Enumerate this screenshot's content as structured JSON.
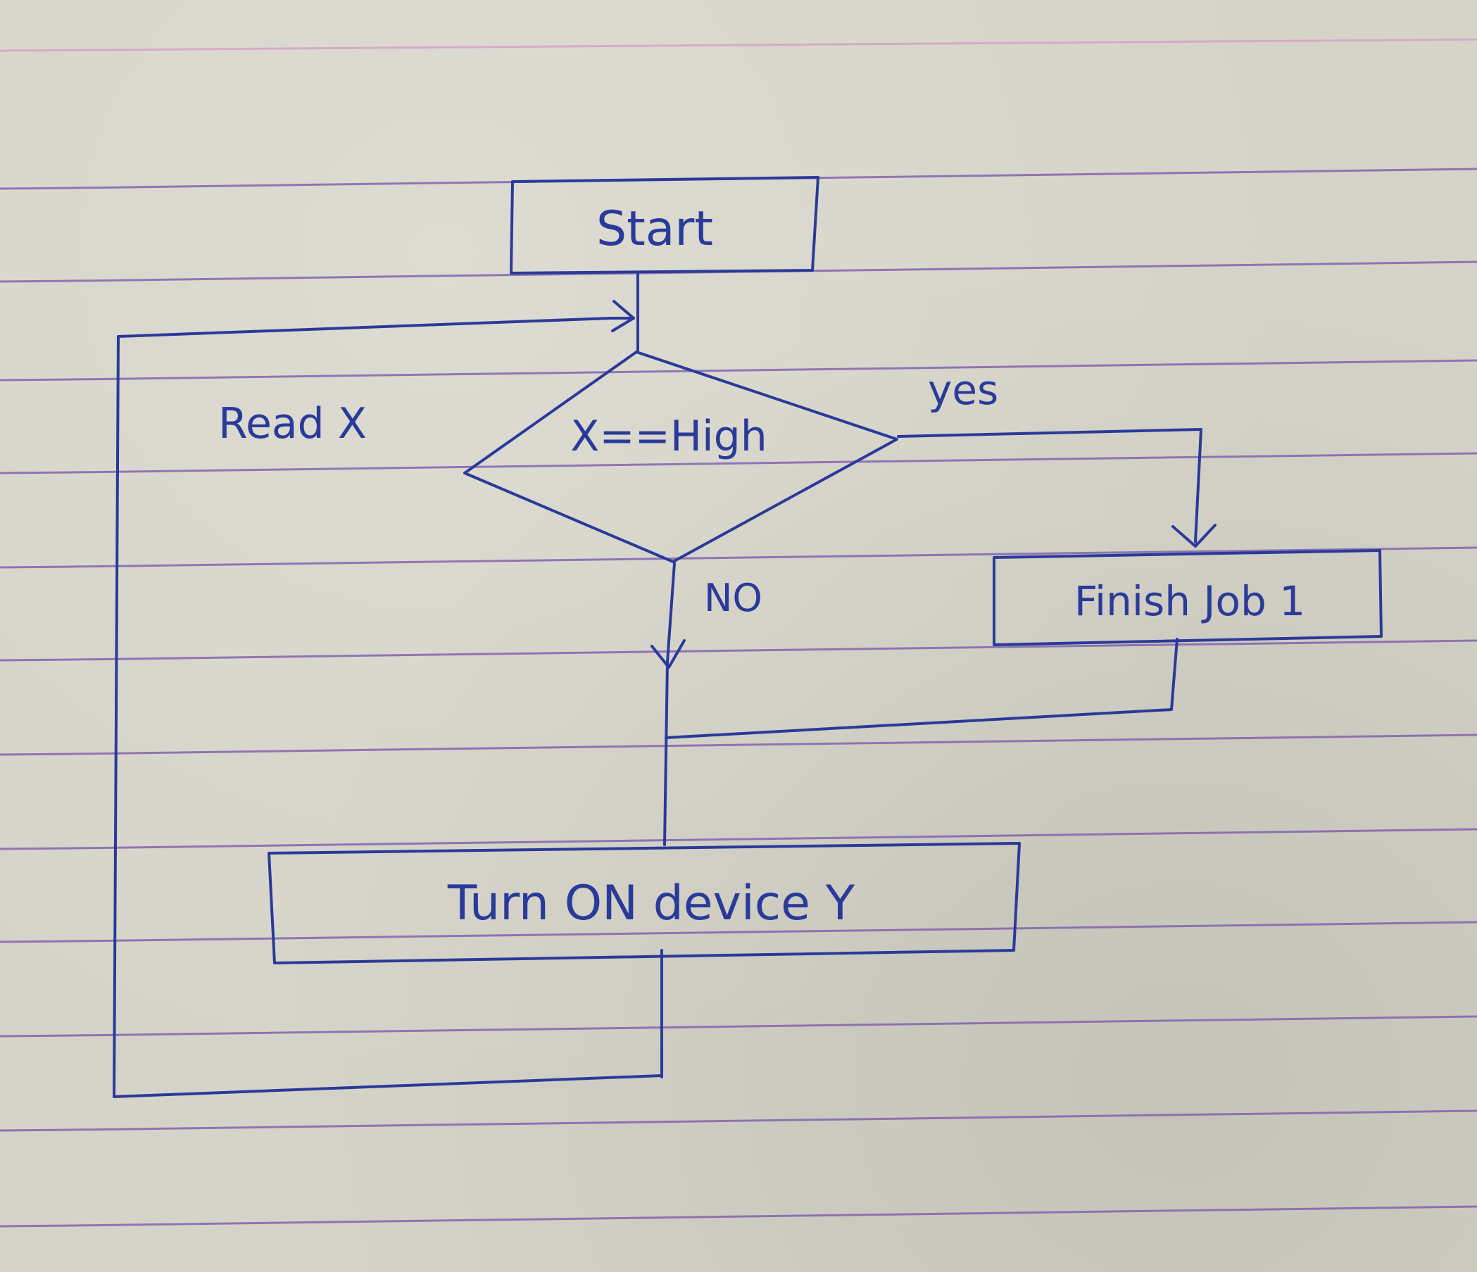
{
  "colors": {
    "ink": "#2a3a9a",
    "ruled_line": "#7a5cb0",
    "margin_line": "#d7a9c9",
    "paper": "#d6d4c8"
  },
  "diagram": {
    "nodes": {
      "start": {
        "label": "Start"
      },
      "decision": {
        "label": "X==High"
      },
      "finish_job": {
        "label": "Finish Job 1"
      },
      "turn_on": {
        "label": "Turn ON device Y"
      }
    },
    "edge_labels": {
      "loop": "Read X",
      "yes": "yes",
      "no": "NO"
    }
  }
}
